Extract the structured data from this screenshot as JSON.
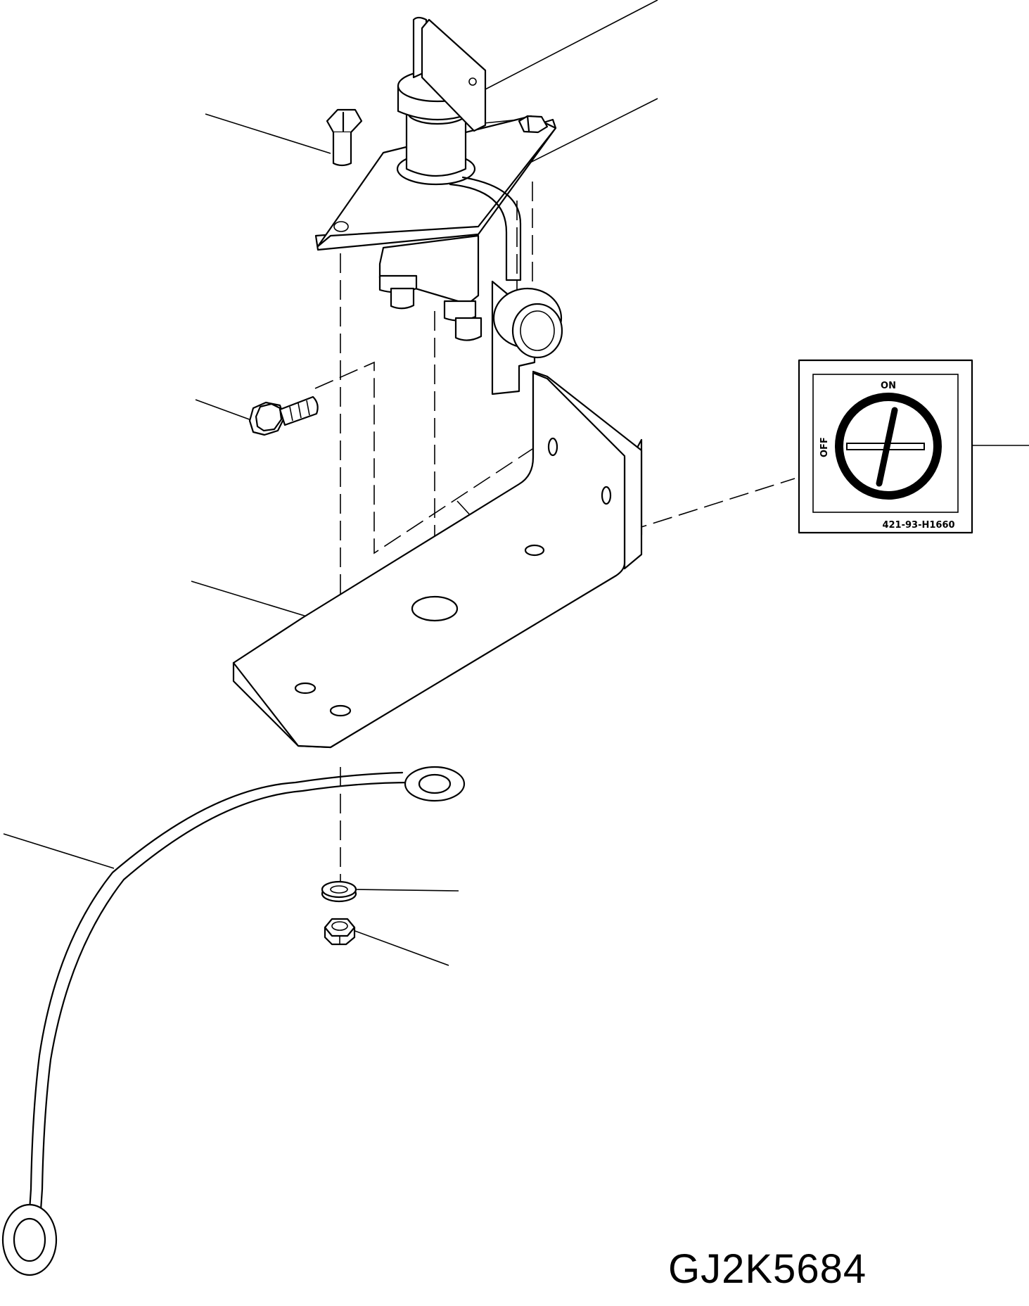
{
  "decal": {
    "on_label": "ON",
    "off_label": "OFF",
    "part_number": "421-93-H1660"
  },
  "figure_code": "GJ2K5684"
}
